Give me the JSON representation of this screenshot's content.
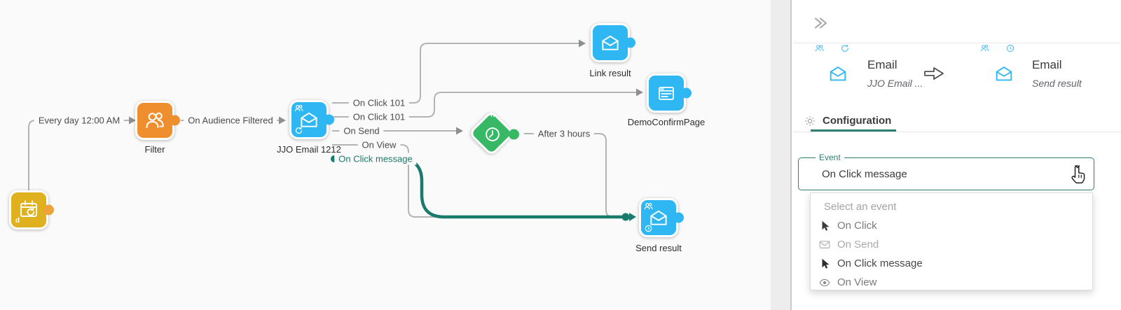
{
  "colors": {
    "blue": "#2fb7f3",
    "orange": "#ef8e2e",
    "yellow": "#e0b11e",
    "green": "#36b864",
    "teal": "#1a7a6c",
    "edge": "#b4b4b4",
    "canvas-bg": "#fafafa"
  },
  "canvas": {
    "nodes": [
      {
        "id": "scheduler",
        "label": "",
        "badge": "d",
        "color": "#e0b11e"
      },
      {
        "id": "filter",
        "label": "Filter",
        "color": "#ef8e2e"
      },
      {
        "id": "email",
        "label": "JJO Email 1212",
        "color": "#2fb7f3"
      },
      {
        "id": "delay",
        "label": "",
        "badge": "h",
        "color": "#36b864"
      },
      {
        "id": "link-result",
        "label": "Link result",
        "color": "#2fb7f3"
      },
      {
        "id": "demo-confirm-page",
        "label": "DemoConfirmPage",
        "color": "#2fb7f3"
      },
      {
        "id": "send-result",
        "label": "Send result",
        "color": "#2fb7f3"
      }
    ],
    "edge_labels": [
      {
        "text": "Every day 12:00 AM"
      },
      {
        "text": "On Audience Filtered"
      },
      {
        "text": "On Click 101"
      },
      {
        "text": "On Click 101"
      },
      {
        "text": "On Send"
      },
      {
        "text": "On View"
      },
      {
        "text": "On Click message",
        "highlight": true
      },
      {
        "text": "After 3 hours"
      }
    ]
  },
  "panel": {
    "cards": [
      {
        "type": "Email",
        "name": "JJO Email ..."
      },
      {
        "type": "Email",
        "name": "Send result"
      }
    ],
    "config_title": "Configuration",
    "event_field": {
      "label": "Event",
      "value": "On Click message"
    },
    "dropdown": {
      "placeholder": "Select an event",
      "options": [
        {
          "icon": "cursor-icon",
          "label": "On Click"
        },
        {
          "icon": "mail-icon",
          "label": "On Send"
        },
        {
          "icon": "cursor-icon",
          "label": "On Click message",
          "selected": true
        },
        {
          "icon": "eye-icon",
          "label": "On View"
        }
      ]
    }
  }
}
